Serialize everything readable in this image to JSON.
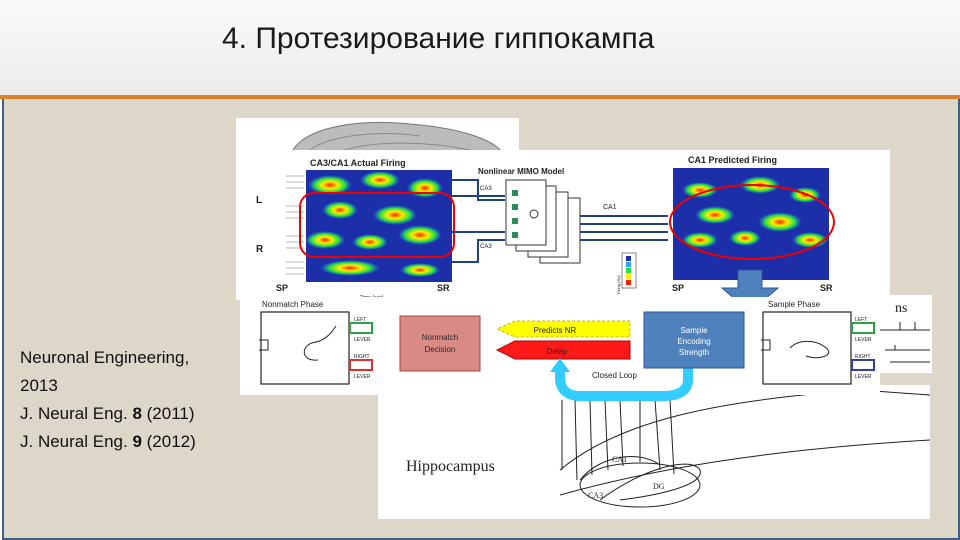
{
  "slide": {
    "title": "4. Протезирование гиппокампа",
    "references": [
      {
        "text": "Neuronal Engineering,"
      },
      {
        "text": "2013"
      },
      {
        "pre": "J. Neural Eng. ",
        "vol": "8",
        "post": " (2011)"
      },
      {
        "pre": "J. Neural Eng. ",
        "vol": "9",
        "post": " (2012)"
      }
    ]
  },
  "figure": {
    "actual_title": "CA3/CA1 Actual Firing",
    "mimo_title": "Nonlinear MIMO Model",
    "predicted_title": "CA1 Predicted Firing",
    "ca3_label": "CA3",
    "ca1_label": "CA1",
    "side_l": "L",
    "side_r": "R",
    "axis_sp": "SP",
    "axis_sr": "SR",
    "time_label": "Time (sec)",
    "firing_label": "Firing (Hz)",
    "nonmatch_phase": "Nonmatch Phase",
    "sample_phase": "Sample Phase",
    "nonmatch_decision_1": "Nonmatch",
    "nonmatch_decision_2": "Decision",
    "predicts_nr": "Predicts NR",
    "delay": "Delay",
    "closed_loop": "Closed Loop",
    "sample_1": "Sample",
    "sample_2": "Encoding",
    "sample_3": "Strength",
    "left": "LEFT",
    "lever": "LEVER",
    "right": "RIGHT",
    "hippocampus": "Hippocampus",
    "ca1": "CA1",
    "ca3": "CA3",
    "dg": "DG",
    "partial_word": "ns"
  },
  "colors": {
    "accent_rule": "#d9822b",
    "frame": "#3e5f86",
    "background": "#dcd7c9",
    "arrow_blue": "#1f3f8f",
    "sample_box": "#4f81bd",
    "decision_box": "#c0504d",
    "predicts_arrow": "#ffff00",
    "delay_arrow": "#ff1a1a",
    "closed_loop": "#33ccff"
  }
}
